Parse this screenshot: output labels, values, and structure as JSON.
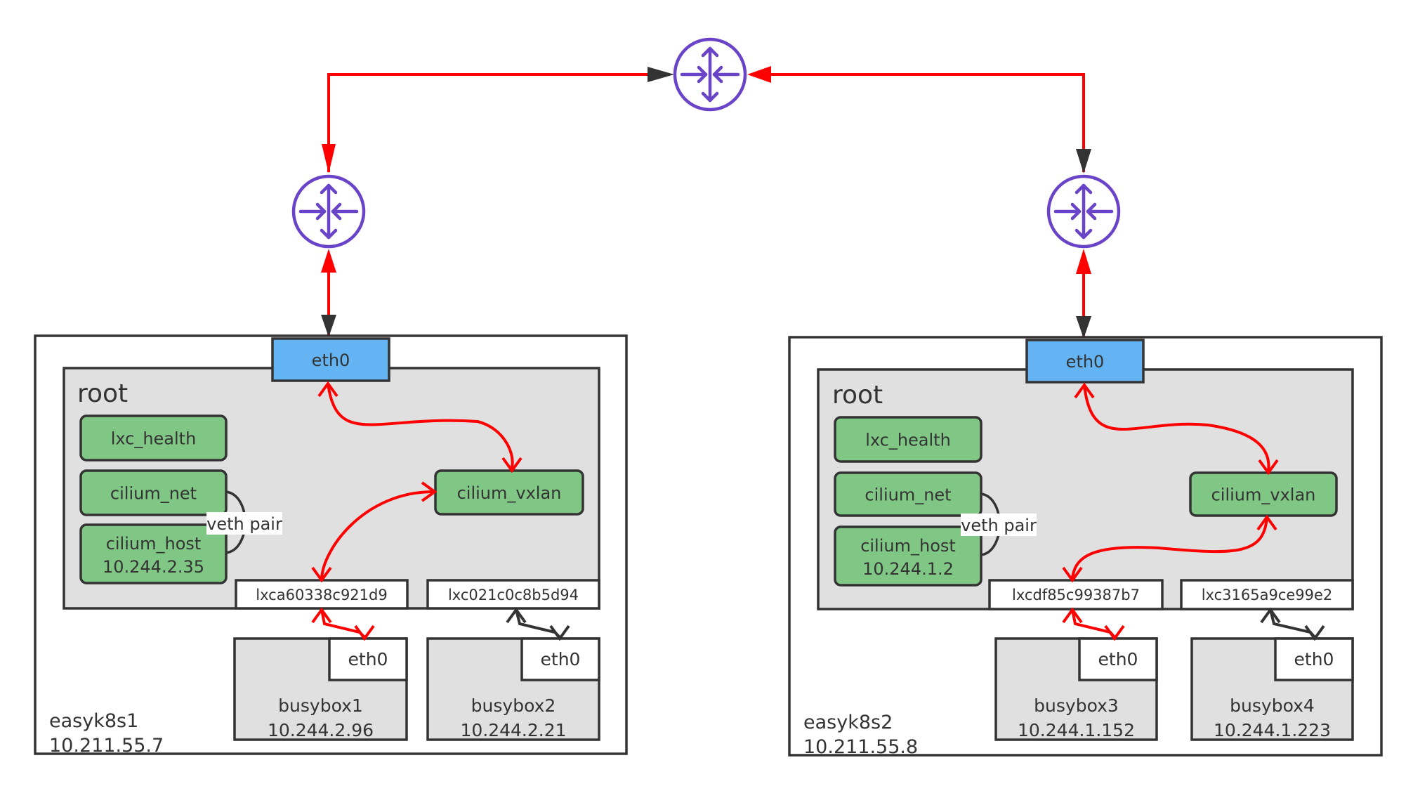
{
  "colors": {
    "link_red": "#ff0000",
    "outline": "#333333",
    "router": "#6a44c8",
    "host_eth": "#64b4f4",
    "netdev_green": "#80c785",
    "namespace_gray": "#e0e0e0"
  },
  "routers": [
    {
      "name": "core-router",
      "icon": "router-icon"
    },
    {
      "name": "left-router",
      "icon": "router-icon"
    },
    {
      "name": "right-router",
      "icon": "router-icon"
    }
  ],
  "hosts": [
    {
      "name": "easyk8s1",
      "ip": "10.211.55.7",
      "eth": "eth0",
      "namespace": "root",
      "lxc_health": "lxc_health",
      "cilium_net": "cilium_net",
      "cilium_host": "cilium_host",
      "cilium_host_ip": "10.244.2.35",
      "veth_label": "veth pair",
      "cilium_vxlan": "cilium_vxlan",
      "lxc_a": "lxca60338c921d9",
      "lxc_b": "lxc021c0c8b5d94",
      "pods": [
        {
          "name": "busybox1",
          "ip": "10.244.2.96",
          "eth": "eth0"
        },
        {
          "name": "busybox2",
          "ip": "10.244.2.21",
          "eth": "eth0"
        }
      ]
    },
    {
      "name": "easyk8s2",
      "ip": "10.211.55.8",
      "eth": "eth0",
      "namespace": "root",
      "lxc_health": "lxc_health",
      "cilium_net": "cilium_net",
      "cilium_host": "cilium_host",
      "cilium_host_ip": "10.244.1.2",
      "veth_label": "veth pair",
      "cilium_vxlan": "cilium_vxlan",
      "lxc_a": "lxcdf85c99387b7",
      "lxc_b": "lxc3165a9ce99e2",
      "pods": [
        {
          "name": "busybox3",
          "ip": "10.244.1.152",
          "eth": "eth0"
        },
        {
          "name": "busybox4",
          "ip": "10.244.1.223",
          "eth": "eth0"
        }
      ]
    }
  ]
}
